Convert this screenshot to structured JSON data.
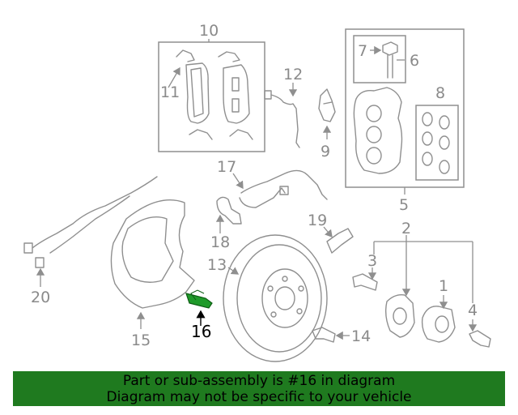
{
  "labels": {
    "l1": "1",
    "l2": "2",
    "l3": "3",
    "l4": "4",
    "l5": "5",
    "l6": "6",
    "l7": "7",
    "l8": "8",
    "l9": "9",
    "l10": "10",
    "l11": "11",
    "l12": "12",
    "l13": "13",
    "l14": "14",
    "l15": "15",
    "l16": "16",
    "l17": "17",
    "l18": "18",
    "l19": "19",
    "l20": "20"
  },
  "highlight_part": "16",
  "colors": {
    "highlight": "#1f9a2a",
    "footer_bg": "#1f7a1f",
    "part_stroke": "#8f8f8f"
  },
  "footer": {
    "line1": "Part or sub-assembly is #16 in diagram",
    "line2": "Diagram may not be specific to your vehicle"
  }
}
